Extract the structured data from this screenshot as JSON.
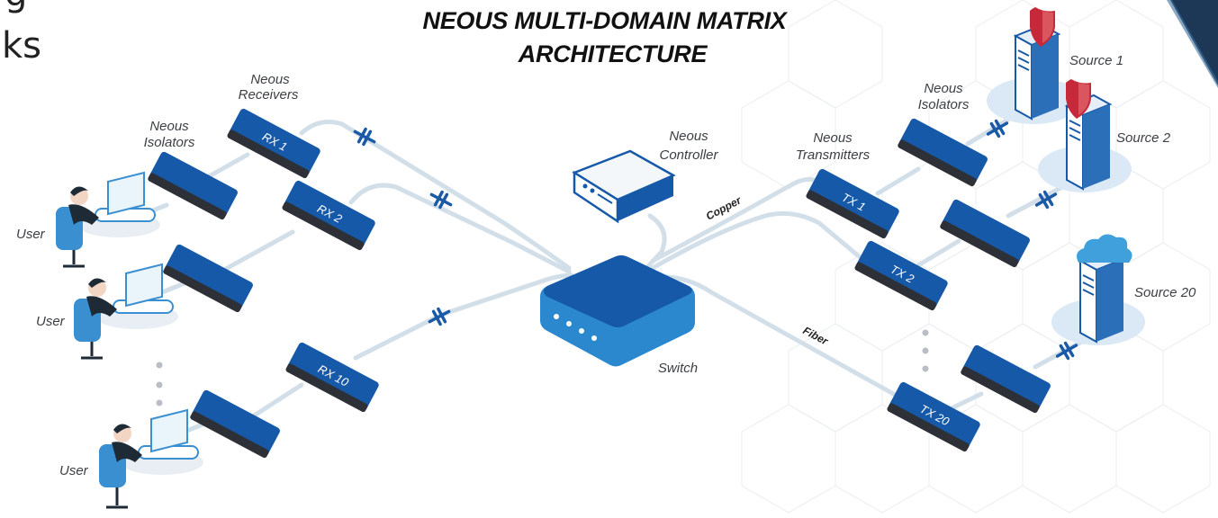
{
  "page": {
    "title_line1": "NEOUS MULTI-DOMAIN MATRIX",
    "title_line2": "ARCHITECTURE",
    "cropped_text": [
      "g",
      "ks"
    ]
  },
  "labels": {
    "receivers": [
      "Neous",
      "Receivers"
    ],
    "isolators_left": [
      "Neous",
      "Isolators"
    ],
    "isolators_right": [
      "Neous",
      "Isolators"
    ],
    "controller": [
      "Neous",
      "Controller"
    ],
    "transmitters": [
      "Neous",
      "Transmitters"
    ],
    "switch": "Switch",
    "copper": "Copper",
    "fiber": "Fiber",
    "user": "User",
    "sources": [
      "Source 1",
      "Source 2",
      "Source 20"
    ]
  },
  "devices": {
    "rx": [
      "RX 1",
      "RX 2",
      "RX 10"
    ],
    "tx": [
      "TX 1",
      "TX 2",
      "TX 20"
    ]
  },
  "colors": {
    "device_blue": "#1559a8",
    "device_dark": "#2d3137",
    "cable": "#d2dfe9",
    "connector": "#1b5aa6",
    "shield": "#c62a3a",
    "cloud": "#3fa0dc",
    "corner_accent": "#1d3857"
  },
  "icons": [
    "user-workstation-icon",
    "server-icon",
    "shield-icon",
    "cloud-icon",
    "fiber-connector-icon"
  ]
}
